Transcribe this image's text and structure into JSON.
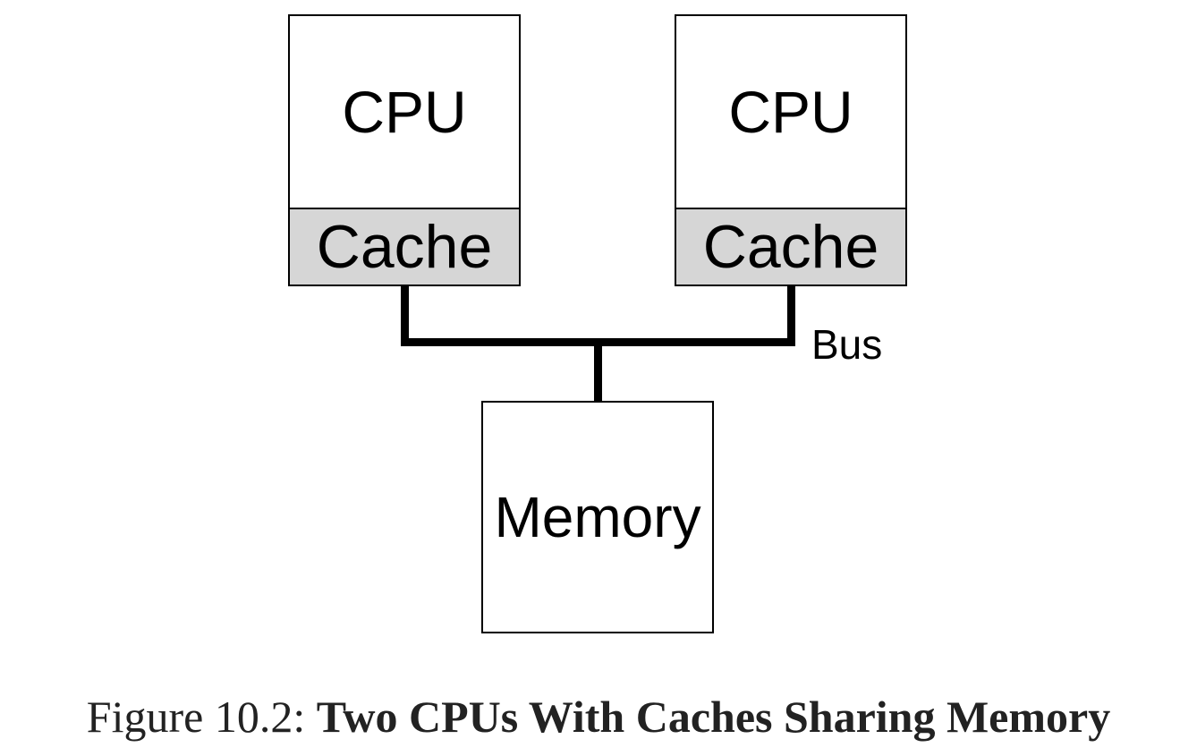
{
  "diagram": {
    "nodes": {
      "cpu_left": {
        "label": "CPU"
      },
      "cache_left": {
        "label": "Cache"
      },
      "cpu_right": {
        "label": "CPU"
      },
      "cache_right": {
        "label": "Cache"
      },
      "memory": {
        "label": "Memory"
      }
    },
    "bus_label": "Bus",
    "edges": [
      {
        "from": "cache_left",
        "to": "bus"
      },
      {
        "from": "cache_right",
        "to": "bus"
      },
      {
        "from": "bus",
        "to": "memory"
      }
    ],
    "colors": {
      "box_fill": "#ffffff",
      "cache_fill": "#d6d6d6",
      "stroke": "#000000",
      "caption_text": "#222222"
    }
  },
  "caption": {
    "prefix": "Figure 10.2:",
    "title": "Two CPUs With Caches Sharing Memory"
  }
}
